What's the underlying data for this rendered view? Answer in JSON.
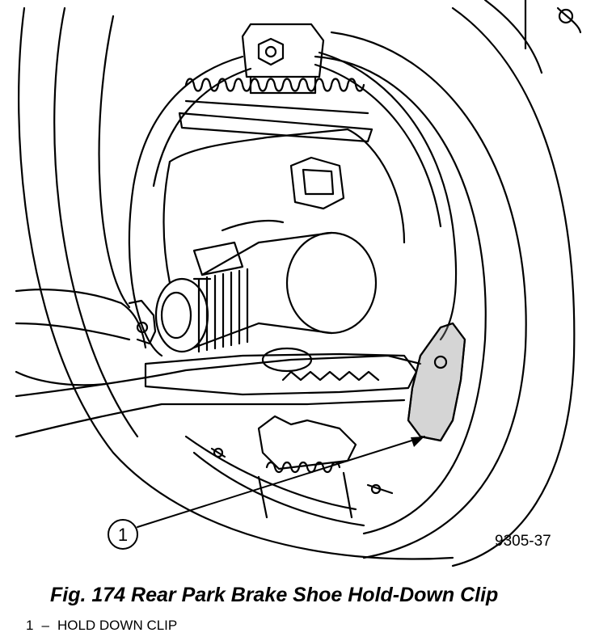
{
  "figure": {
    "reference_id": "9305-37",
    "caption": "Fig. 174 Rear Park Brake Shoe Hold-Down Clip",
    "callouts": [
      {
        "number": "1",
        "label": "HOLD DOWN CLIP"
      }
    ]
  },
  "legend": {
    "items": [
      {
        "number": "1",
        "separator": "–",
        "label": "HOLD DOWN CLIP"
      }
    ]
  }
}
